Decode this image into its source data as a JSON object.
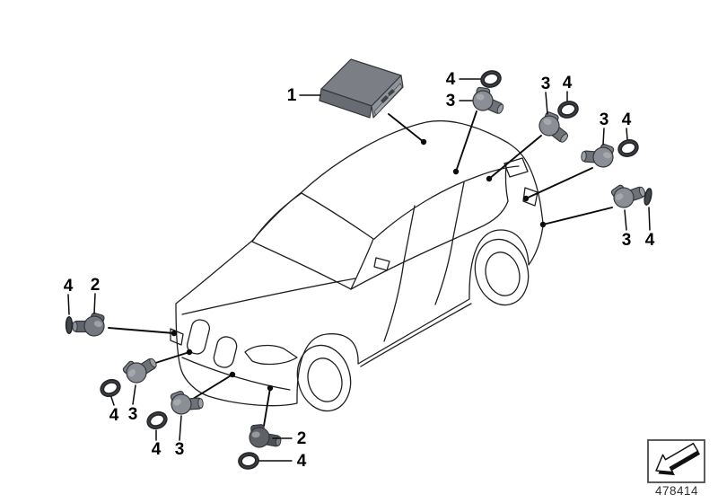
{
  "diagram": {
    "callouts": [
      {
        "id": "control-module",
        "label": "1"
      },
      {
        "id": "ring-roof-front",
        "label": "4"
      },
      {
        "id": "sensor-roof-front",
        "label": "3"
      },
      {
        "id": "sensor-roof-rear",
        "label": "3"
      },
      {
        "id": "ring-roof-rear",
        "label": "4"
      },
      {
        "id": "sensor-rear-upper",
        "label": "3"
      },
      {
        "id": "ring-rear-upper",
        "label": "4"
      },
      {
        "id": "sensor-rear-lower",
        "label": "3"
      },
      {
        "id": "ring-rear-lower",
        "label": "4"
      },
      {
        "id": "ring-front-left",
        "label": "4"
      },
      {
        "id": "sensor-front-left",
        "label": "2"
      },
      {
        "id": "ring-front-lower-1",
        "label": "4"
      },
      {
        "id": "sensor-front-lower-1",
        "label": "3"
      },
      {
        "id": "ring-front-lower-2",
        "label": "4"
      },
      {
        "id": "sensor-front-lower-2",
        "label": "3"
      },
      {
        "id": "sensor-front-center",
        "label": "2"
      },
      {
        "id": "ring-front-center",
        "label": "4"
      }
    ],
    "footer": {
      "part_number": "478414",
      "stamp_icon": "hint-arrow-icon"
    },
    "colors": {
      "background": "#ffffff",
      "outline": "#1f2023",
      "module_top": "#7b7f85",
      "module_front": "#686c72",
      "module_side": "#90949a",
      "sensor_head": "#8b8f95",
      "sensor_head_dark": "#5e6267",
      "ring": "#26282b",
      "label": "#000000"
    }
  }
}
